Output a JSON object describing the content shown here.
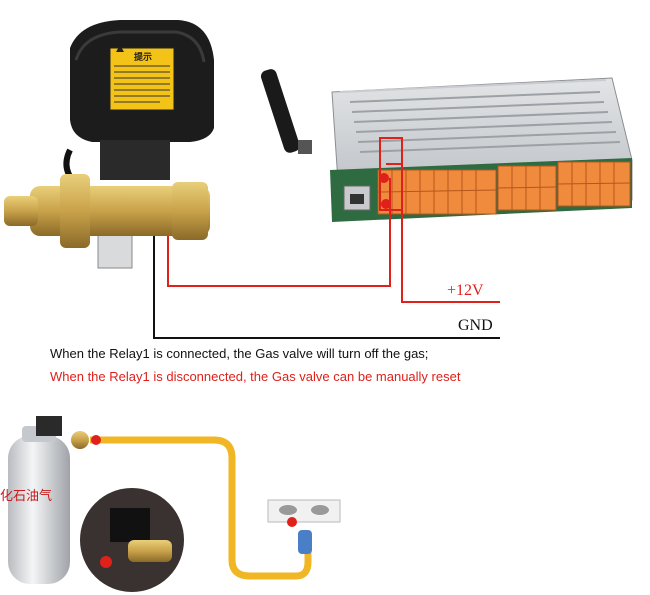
{
  "captions": {
    "connected": "When the Relay1 is connected, the Gas valve will turn off the gas;",
    "disconnected": "When the Relay1 is disconnected, the Gas valve can be manually reset"
  },
  "wires": {
    "power_label": "+12V",
    "ground_label": "GND"
  },
  "valve": {
    "warning_title": "提示"
  },
  "tank": {
    "label": "化石油气"
  },
  "colors": {
    "red_wire": "#e0201b",
    "black_wire": "#111111",
    "terminal_orange": "#f08a3c",
    "gas_hose": "#f0b623",
    "brass": "#c9a24a"
  }
}
